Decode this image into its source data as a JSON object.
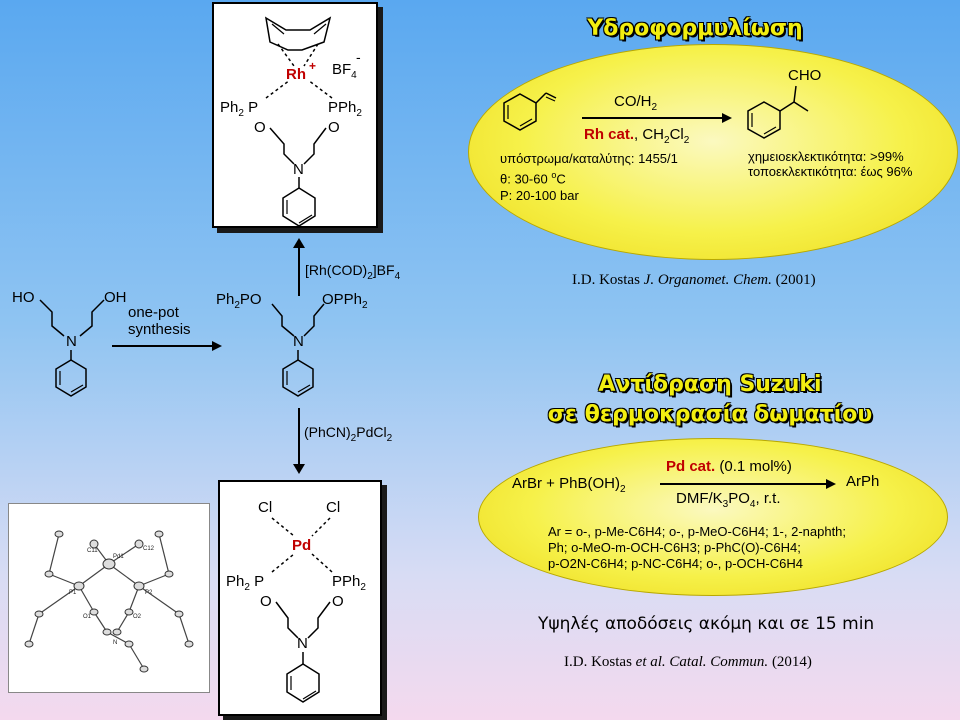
{
  "hydroformylation": {
    "title": "Υδροφορμυλίωση",
    "product_group": "CHO",
    "reagent_top": "CO/H",
    "reagent_top_sub": "2",
    "catalyst": "Rh cat.",
    "solvent": ", CH",
    "solvent_sub1": "2",
    "solvent_mid": "Cl",
    "solvent_sub2": "2",
    "condition_1": "υπόστρωμα/καταλύτης: 1455/1",
    "condition_2_pre": "θ: 30-60 ",
    "condition_2_sup": "o",
    "condition_2_post": "C",
    "condition_3": "P: 20-100 bar",
    "result_1": "χημειοεκλεκτικότητα: >99%",
    "result_2": "τοποεκλεκτικότητα: έως 96%",
    "citation_plain": "I.D. Kostas ",
    "citation_italic": "J. Organomet. Chem.",
    "citation_year": " (2001)"
  },
  "suzuki": {
    "title_line1": "Αντίδραση Suzuki",
    "title_line2": "σε θερμοκρασία δωματίου",
    "reactants": "ArBr + PhB(OH)",
    "reactants_sub": "2",
    "catalyst": "Pd cat.",
    "loading": " (0.1 mol%)",
    "conditions_pre": "DMF/K",
    "conditions_sub1": "3",
    "conditions_mid": "PO",
    "conditions_sub2": "4",
    "conditions_post": ", r.t.",
    "product": "ArPh",
    "ar_line1": "Ar = o-, p-Me-C6H4; o-, p-MeO-C6H4; 1-, 2-naphth;",
    "ar_line2": "Ph; o-MeO-m-OCH-C6H3; p-PhC(O)-C6H4;",
    "ar_line3": "p-O2N-C6H4; p-NC-C6H4; o-, p-OCH-C6H4",
    "yield_note": "Υψηλές αποδόσεις ακόμη και σε 15 min",
    "citation_plain": "I.D. Kostas ",
    "citation_italic": "et al. Catal. Commun.",
    "citation_year": " (2014)"
  },
  "synthesis": {
    "diol_ho": "HO",
    "diol_oh": "OH",
    "n_label": "N",
    "step_line1": "one-pot",
    "step_line2": "synthesis",
    "ligand_left": "Ph2PO",
    "ligand_right": "OPPh2",
    "rh_reagent": "[Rh(COD)2]BF4",
    "pd_reagent": "(PhCN)2PdCl2"
  },
  "rh_complex": {
    "metal": "Rh",
    "charge": "+",
    "anion": "BF4",
    "anion_charge": "-",
    "p_left": "Ph2P",
    "p_right": "PPh2",
    "o_label": "O",
    "n_label": "N"
  },
  "pd_complex": {
    "metal": "Pd",
    "cl_label": "Cl",
    "p_left": "Ph2P",
    "p_right": "PPh2",
    "o_label": "O",
    "n_label": "N"
  },
  "crystal_structure": {
    "labels": [
      "Pd1",
      "C11",
      "C12",
      "P1",
      "P2",
      "O1",
      "O2",
      "N"
    ]
  },
  "colors": {
    "heading": "#f2ee10",
    "metal_red": "#c00000",
    "ellipse": "#f6f14a"
  }
}
